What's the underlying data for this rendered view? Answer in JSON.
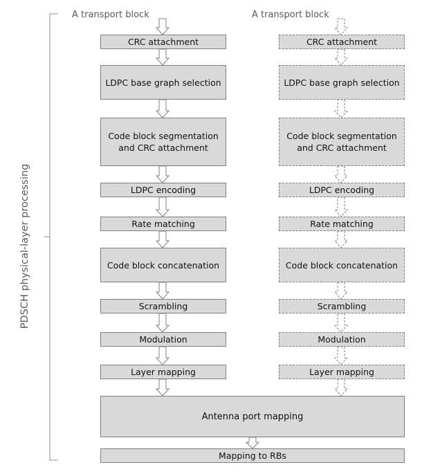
{
  "side_label": "PDSCH physical-layer processing",
  "left_column": {
    "input_label": "A transport block",
    "steps": [
      "CRC attachment",
      "LDPC base graph selection",
      "Code block segmentation and CRC attachment",
      "LDPC encoding",
      "Rate matching",
      "Code block concatenation",
      "Scrambling",
      "Modulation",
      "Layer mapping"
    ]
  },
  "right_column": {
    "input_label": "A transport block",
    "steps": [
      "CRC attachment",
      "LDPC base graph selection",
      "Code block segmentation and CRC attachment",
      "LDPC encoding",
      "Rate matching",
      "Code block concatenation",
      "Scrambling",
      "Modulation",
      "Layer mapping"
    ]
  },
  "shared_steps": {
    "antenna_port_mapping": "Antenna port mapping",
    "mapping_to_rbs": "Mapping to RBs"
  },
  "colors": {
    "box_fill": "#d9d9d9",
    "box_border": "#7f7f7f",
    "label_text": "#595959"
  }
}
